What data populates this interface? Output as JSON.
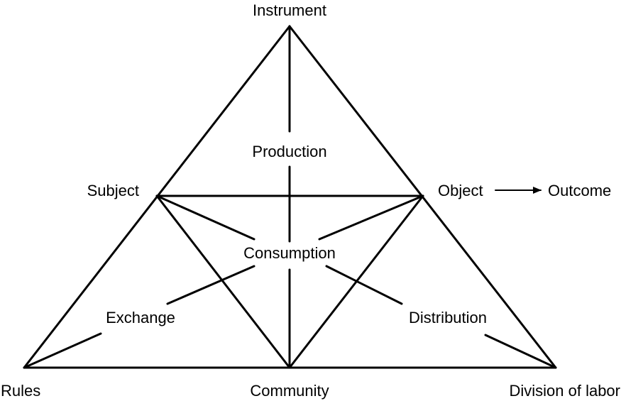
{
  "nodes": {
    "instrument": "Instrument",
    "subject": "Subject",
    "object": "Object",
    "outcome": "Outcome",
    "rules": "Rules",
    "community": "Community",
    "division_of_labor": "Division of labor"
  },
  "subtriangles": {
    "production": "Production",
    "consumption": "Consumption",
    "exchange": "Exchange",
    "distribution": "Distribution"
  },
  "colors": {
    "stroke": "#000000",
    "background": "#ffffff"
  }
}
